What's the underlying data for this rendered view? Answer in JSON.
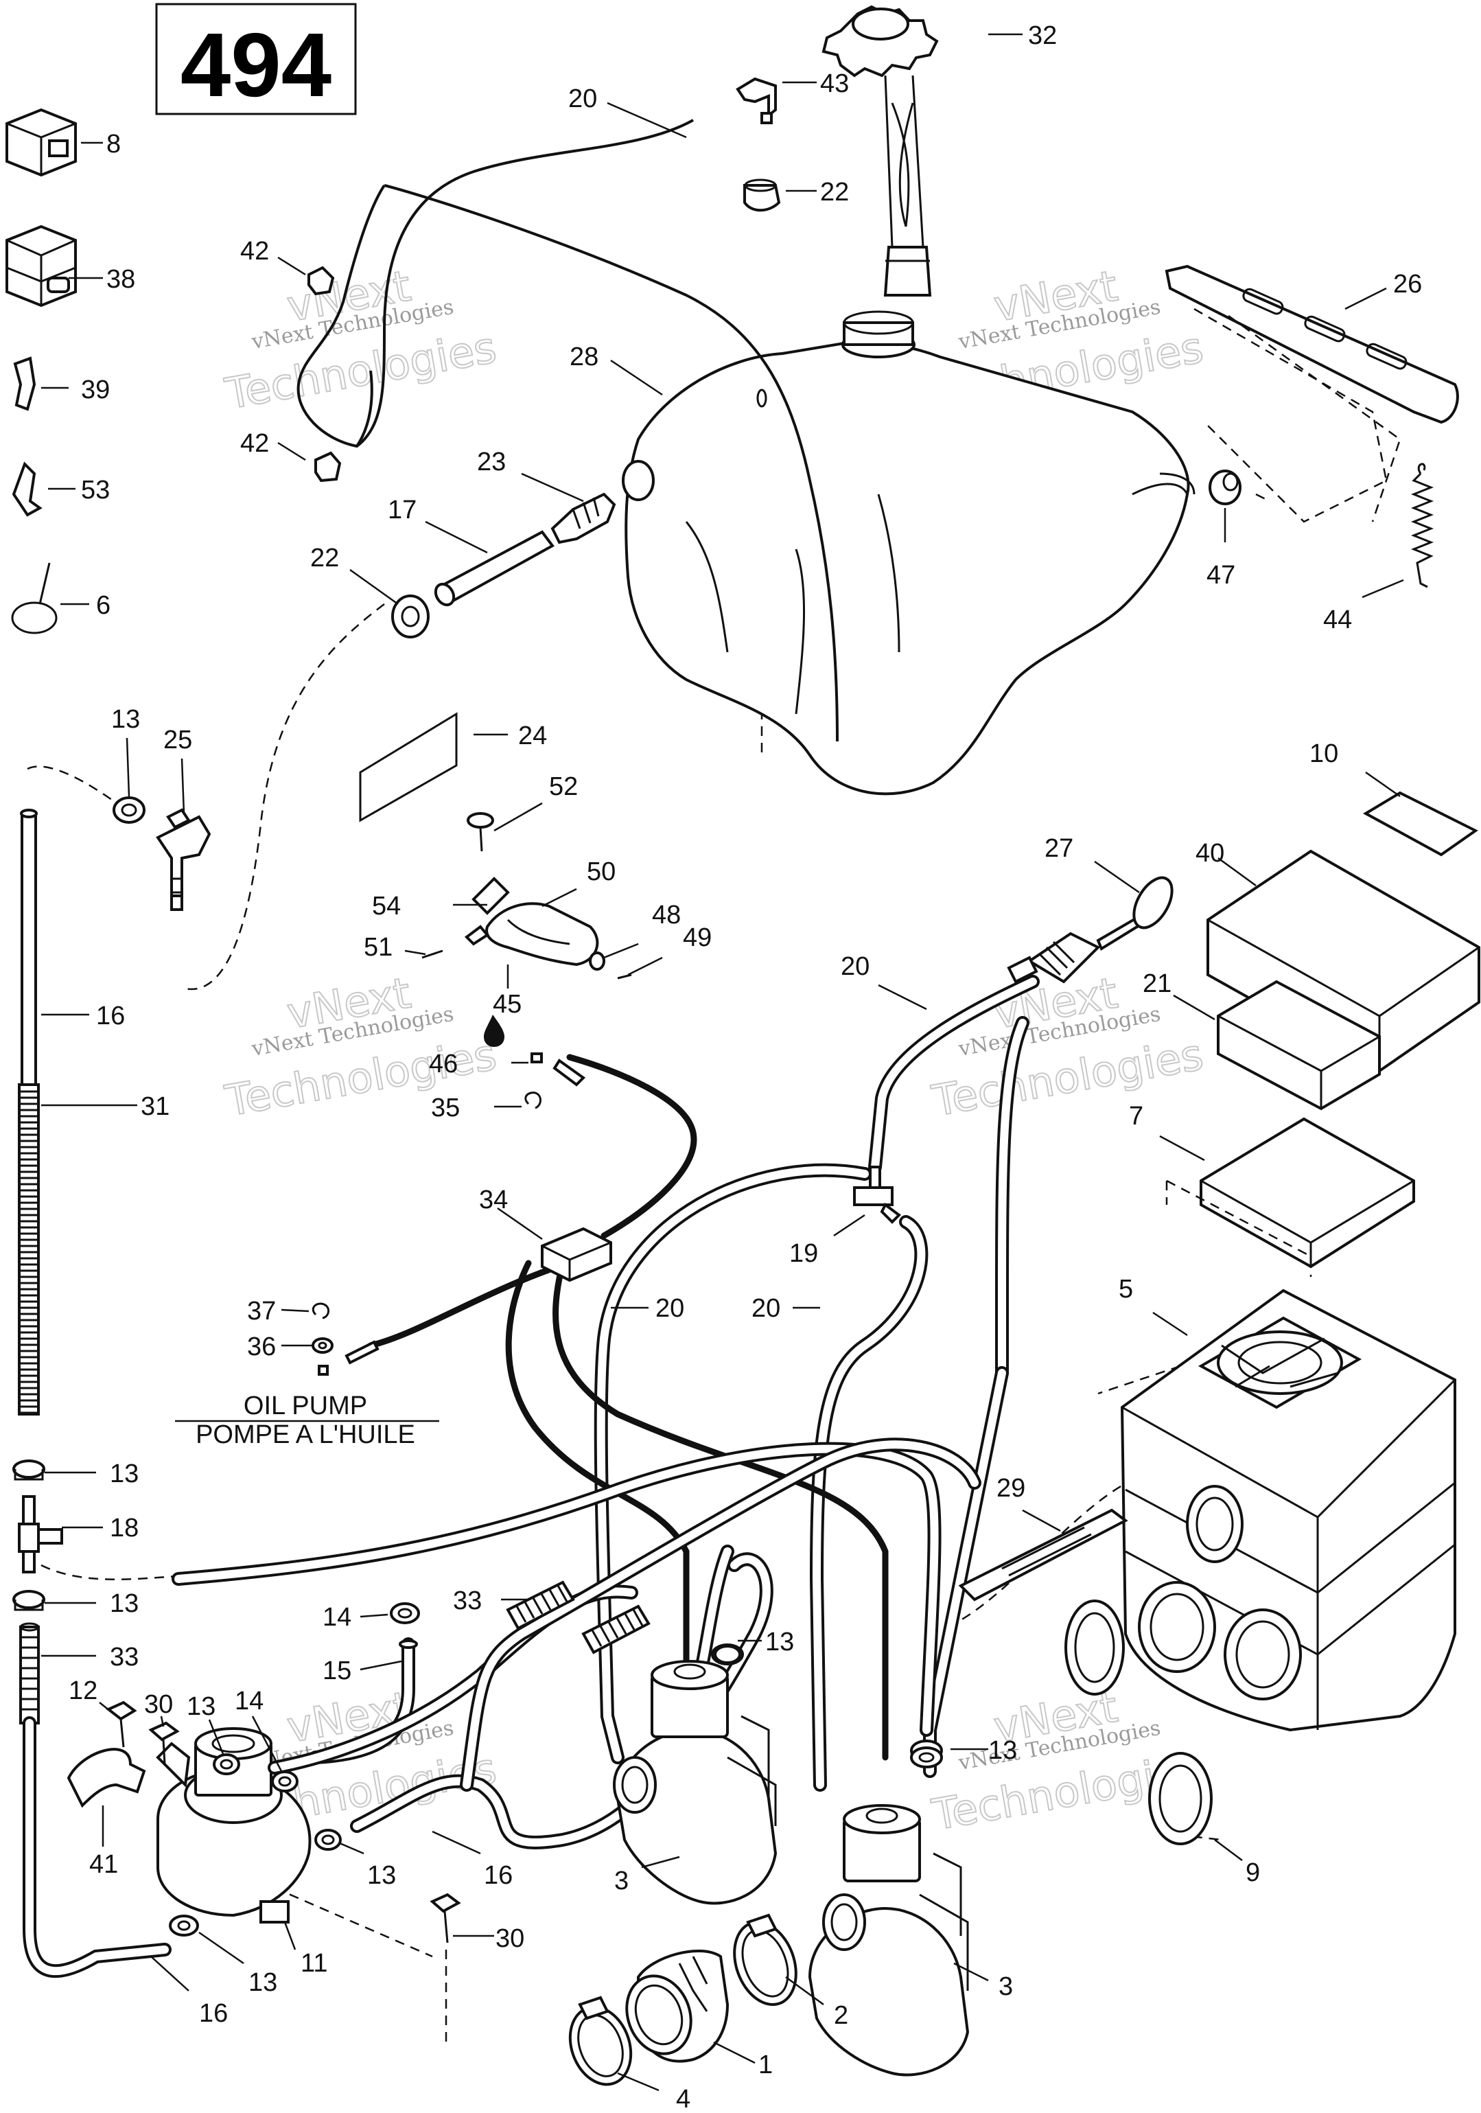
{
  "diagram": {
    "page_number": "494",
    "oil_pump_label_en": "OIL PUMP",
    "oil_pump_label_fr": "POMPE A L'HUILE",
    "watermark_small": "vNext Technologies",
    "watermark_large": "Technologies",
    "watermark_vnext": "vNext",
    "callouts": [
      {
        "id": "c32",
        "text": "32"
      },
      {
        "id": "c20a",
        "text": "20"
      },
      {
        "id": "c43",
        "text": "43"
      },
      {
        "id": "c8",
        "text": "8"
      },
      {
        "id": "c22a",
        "text": "22"
      },
      {
        "id": "c38",
        "text": "38"
      },
      {
        "id": "c42a",
        "text": "42"
      },
      {
        "id": "c26",
        "text": "26"
      },
      {
        "id": "c28",
        "text": "28"
      },
      {
        "id": "c39",
        "text": "39"
      },
      {
        "id": "c42b",
        "text": "42"
      },
      {
        "id": "c23",
        "text": "23"
      },
      {
        "id": "c53",
        "text": "53"
      },
      {
        "id": "c17",
        "text": "17"
      },
      {
        "id": "c47",
        "text": "47"
      },
      {
        "id": "c22b",
        "text": "22"
      },
      {
        "id": "c6",
        "text": "6"
      },
      {
        "id": "c44",
        "text": "44"
      },
      {
        "id": "c13a",
        "text": "13"
      },
      {
        "id": "c25",
        "text": "25"
      },
      {
        "id": "c24",
        "text": "24"
      },
      {
        "id": "c10",
        "text": "10"
      },
      {
        "id": "c52",
        "text": "52"
      },
      {
        "id": "c27",
        "text": "27"
      },
      {
        "id": "c40",
        "text": "40"
      },
      {
        "id": "c50",
        "text": "50"
      },
      {
        "id": "c54",
        "text": "54"
      },
      {
        "id": "c48",
        "text": "48"
      },
      {
        "id": "c51",
        "text": "51"
      },
      {
        "id": "c49",
        "text": "49"
      },
      {
        "id": "c20b",
        "text": "20"
      },
      {
        "id": "c45",
        "text": "45"
      },
      {
        "id": "c21",
        "text": "21"
      },
      {
        "id": "c16a",
        "text": "16"
      },
      {
        "id": "c46",
        "text": "46"
      },
      {
        "id": "c31",
        "text": "31"
      },
      {
        "id": "c35",
        "text": "35"
      },
      {
        "id": "c7",
        "text": "7"
      },
      {
        "id": "c34",
        "text": "34"
      },
      {
        "id": "c19",
        "text": "19"
      },
      {
        "id": "c20c",
        "text": "20"
      },
      {
        "id": "c20d",
        "text": "20"
      },
      {
        "id": "c37",
        "text": "37"
      },
      {
        "id": "c5",
        "text": "5"
      },
      {
        "id": "c36",
        "text": "36"
      },
      {
        "id": "c13b",
        "text": "13"
      },
      {
        "id": "c29",
        "text": "29"
      },
      {
        "id": "c18",
        "text": "18"
      },
      {
        "id": "c13c",
        "text": "13"
      },
      {
        "id": "c14a",
        "text": "14"
      },
      {
        "id": "c33a",
        "text": "33"
      },
      {
        "id": "c13d",
        "text": "13"
      },
      {
        "id": "c33b",
        "text": "33"
      },
      {
        "id": "c15",
        "text": "15"
      },
      {
        "id": "c12",
        "text": "12"
      },
      {
        "id": "c30a",
        "text": "30"
      },
      {
        "id": "c13e",
        "text": "13"
      },
      {
        "id": "c14b",
        "text": "14"
      },
      {
        "id": "c13f",
        "text": "13"
      },
      {
        "id": "c41",
        "text": "41"
      },
      {
        "id": "c13g",
        "text": "13"
      },
      {
        "id": "c16b",
        "text": "16"
      },
      {
        "id": "c9",
        "text": "9"
      },
      {
        "id": "c3a",
        "text": "3"
      },
      {
        "id": "c30b",
        "text": "30"
      },
      {
        "id": "c11",
        "text": "11"
      },
      {
        "id": "c13h",
        "text": "13"
      },
      {
        "id": "c3b",
        "text": "3"
      },
      {
        "id": "c2",
        "text": "2"
      },
      {
        "id": "c16c",
        "text": "16"
      },
      {
        "id": "c1",
        "text": "1"
      },
      {
        "id": "c4",
        "text": "4"
      }
    ]
  }
}
